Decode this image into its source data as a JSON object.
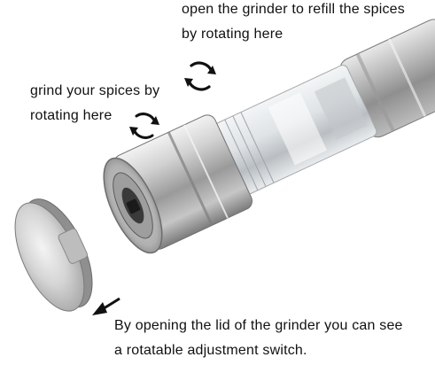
{
  "annotations": {
    "refill": {
      "line1": "open the grinder to refill the spices",
      "line2": "by rotating here"
    },
    "grind": {
      "line1": "grind your spices by",
      "line2": "rotating here"
    },
    "lid": {
      "line1": "By opening the lid of the grinder you can see",
      "line2": "a rotatable adjustment switch."
    }
  },
  "icons": {
    "refill_rotate": "rotate-arrows-icon",
    "grind_rotate": "rotate-arrows-icon",
    "lid_pointer": "arrow-down-left-icon"
  },
  "colors": {
    "text": "#111111",
    "steel_light": "#e6e6e6",
    "steel_dark": "#8a8a8a",
    "glass": "#d8dde0"
  }
}
